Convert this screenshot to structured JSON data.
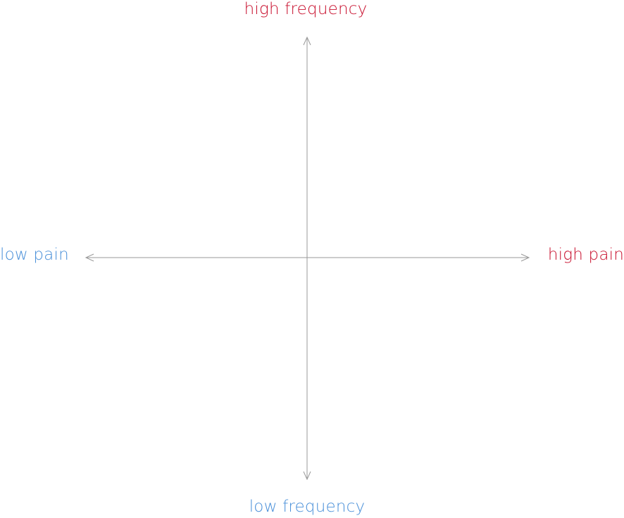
{
  "labels": {
    "top": "high frequency",
    "bottom": "low frequency",
    "left": "low pain",
    "right": "high pain"
  },
  "colors": {
    "high": "#c8102e",
    "low": "#4a90d9",
    "axis": "#999999"
  }
}
